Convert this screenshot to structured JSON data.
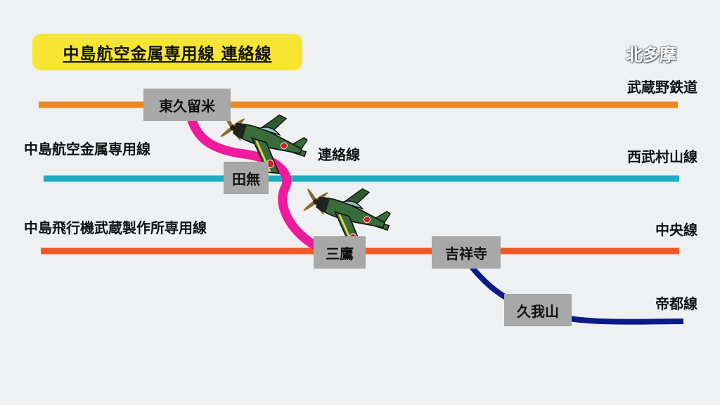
{
  "title": "中島航空金属専用線 連絡線",
  "region": "北多摩",
  "line_labels": {
    "musashino": "武蔵野鉄道",
    "seibu_murayama": "西武村山線",
    "chuo": "中央線",
    "teito": "帝都線",
    "nakajima_koku": "中島航空金属専用線",
    "renraku": "連絡線",
    "nakajima_hiko": "中島飛行機武蔵製作所専用線"
  },
  "stations": {
    "higashikurume": "東久留米",
    "tanashi": "田無",
    "mitaka": "三鷹",
    "kichijoji": "吉祥寺",
    "kugayama": "久我山"
  },
  "colors": {
    "musashino": "#f0861a",
    "seibu_murayama": "#1faec0",
    "chuo": "#f05a28",
    "teito": "#0c1a8a",
    "connector": "#ee1b9c",
    "title_bg": "#f7e534",
    "station_bg": "#a8a8a8",
    "plane_body": "#3a6b3a",
    "plane_marking": "#d21f1f"
  },
  "icons": [
    "fighter-plane-icon",
    "fighter-plane-icon"
  ]
}
